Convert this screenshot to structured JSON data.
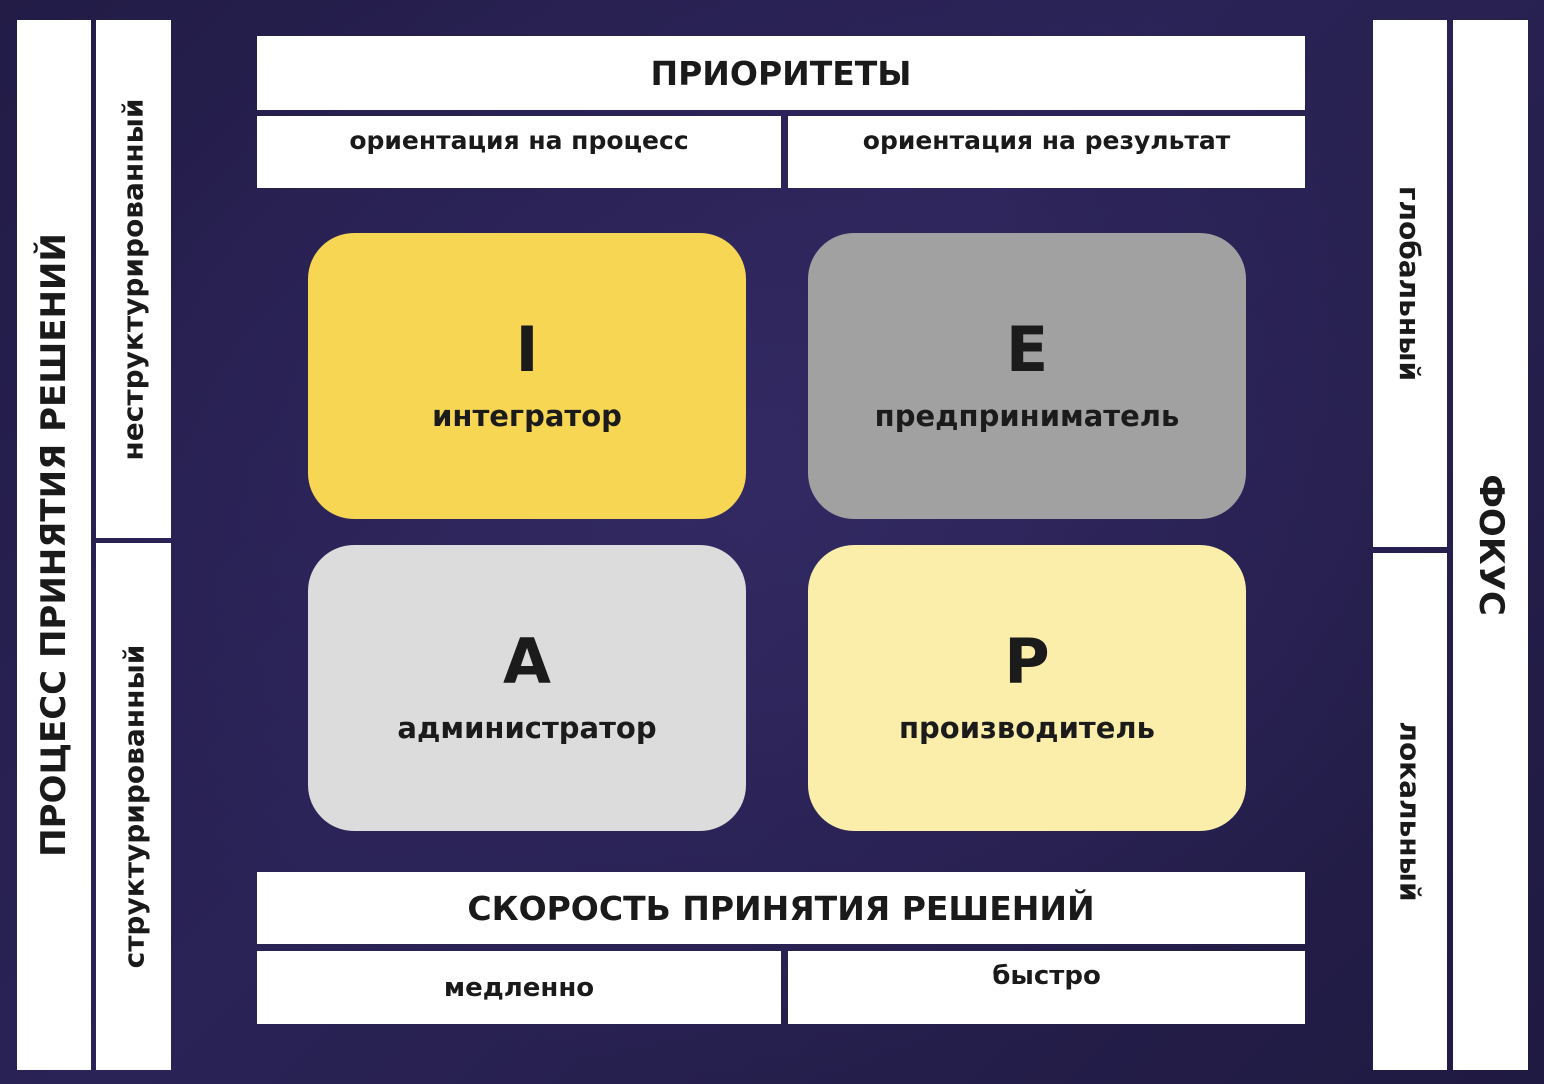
{
  "left_axis": {
    "title": "ПРОЦЕСС ПРИНЯТИЯ РЕШЕНИЙ",
    "upper": "неструктурированный",
    "lower": "структурированный"
  },
  "right_axis": {
    "title": "ФОКУС",
    "upper": "глобальный",
    "lower": "локальный"
  },
  "top_axis": {
    "title": "ПРИОРИТЕТЫ",
    "left": "ориентация на процесс",
    "right": "ориентация на результат"
  },
  "bottom_axis": {
    "title": "СКОРОСТЬ ПРИНЯТИЯ РЕШЕНИЙ",
    "left": "медленно",
    "right": "быстро"
  },
  "roles": [
    {
      "letter": "I",
      "label": "интегратор",
      "color": "#f6d653"
    },
    {
      "letter": "E",
      "label": "предприниматель",
      "color": "#a1a1a1"
    },
    {
      "letter": "A",
      "label": "администратор",
      "color": "#dcdcdc"
    },
    {
      "letter": "P",
      "label": "производитель",
      "color": "#fbeeaa"
    }
  ]
}
